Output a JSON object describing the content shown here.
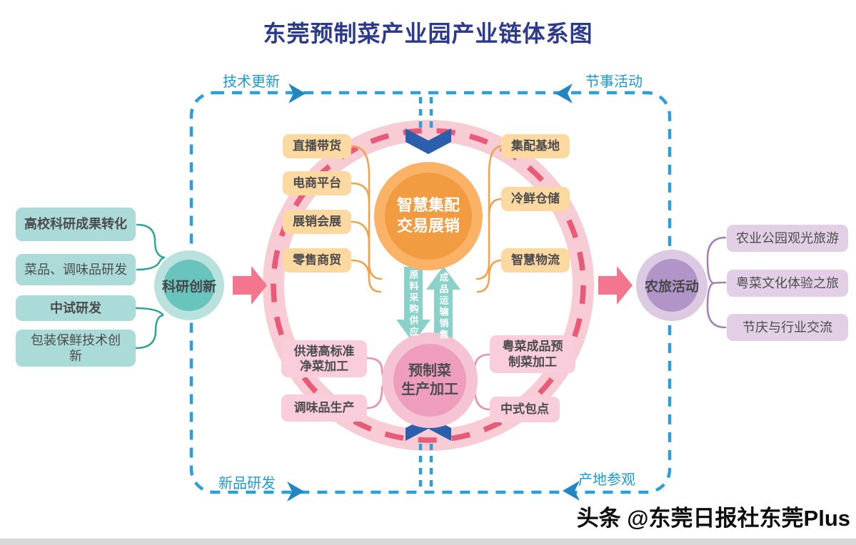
{
  "title": "东莞预制菜产业园产业链体系图",
  "corners": {
    "top_left": "技术更新",
    "top_right": "节事活动",
    "bottom_left": "新品研发",
    "bottom_right": "产地参观"
  },
  "research": {
    "circle": "科研创新",
    "items": [
      {
        "label": "高校科研成果转化"
      },
      {
        "label": "菜品、调味品研发"
      },
      {
        "label": "中试研发"
      },
      {
        "label": "包装保鲜技术创\n新"
      }
    ]
  },
  "trade_hub": {
    "circle_line1": "智慧集配",
    "circle_line2": "交易展销",
    "left_items": [
      {
        "label": "直播带货"
      },
      {
        "label": "电商平台"
      },
      {
        "label": "展销会展"
      },
      {
        "label": "零售商贸"
      }
    ],
    "right_items": [
      {
        "label": "集配基地"
      },
      {
        "label": "冷鲜仓储"
      },
      {
        "label": "智慧物流"
      }
    ]
  },
  "production_hub": {
    "circle_line1": "预制菜",
    "circle_line2": "生产加工",
    "left_items": [
      {
        "label": "供港高标准\n净菜加工"
      },
      {
        "label": "调味品生产"
      }
    ],
    "right_items": [
      {
        "label": "粤菜成品预\n制菜加工"
      },
      {
        "label": "中式包点"
      }
    ]
  },
  "flows": {
    "down_arrow": "原料采购供应",
    "up_arrow": "成品运输销售"
  },
  "agritourism": {
    "circle": "农旅活动",
    "items": [
      {
        "label": "农业公园观光旅游"
      },
      {
        "label": "粤菜文化体验之旅"
      },
      {
        "label": "节庆与行业交流"
      }
    ]
  },
  "watermark": "头条 @东莞日报社东莞Plus",
  "colors": {
    "title_navy": "#2b3a8c",
    "dashed_blue": "#2e9ed8",
    "dart_blue": "#2286c3",
    "chevron_blue": "#2b5fac",
    "ring_band_pink": "#f8ccd4",
    "ring_dash_rose": "#e85a77",
    "block_arrow_pink": "#f4758e",
    "flow_arrow_teal": "#8ad1c9",
    "orange_outer": "#f9b266",
    "orange_inner": "#f19c41",
    "orange_box": "#fcd9a1",
    "pink_outer": "#f6c3d4",
    "pink_inner": "#ee9dbd",
    "pink_box": "#f9cddc",
    "teal_outer": "#b9e2df",
    "teal_inner": "#69c4be",
    "teal_box": "#abdbd8",
    "purple_outer": "#dccae3",
    "purple_inner": "#b295c8",
    "purple_box": "#e3cfe5"
  }
}
